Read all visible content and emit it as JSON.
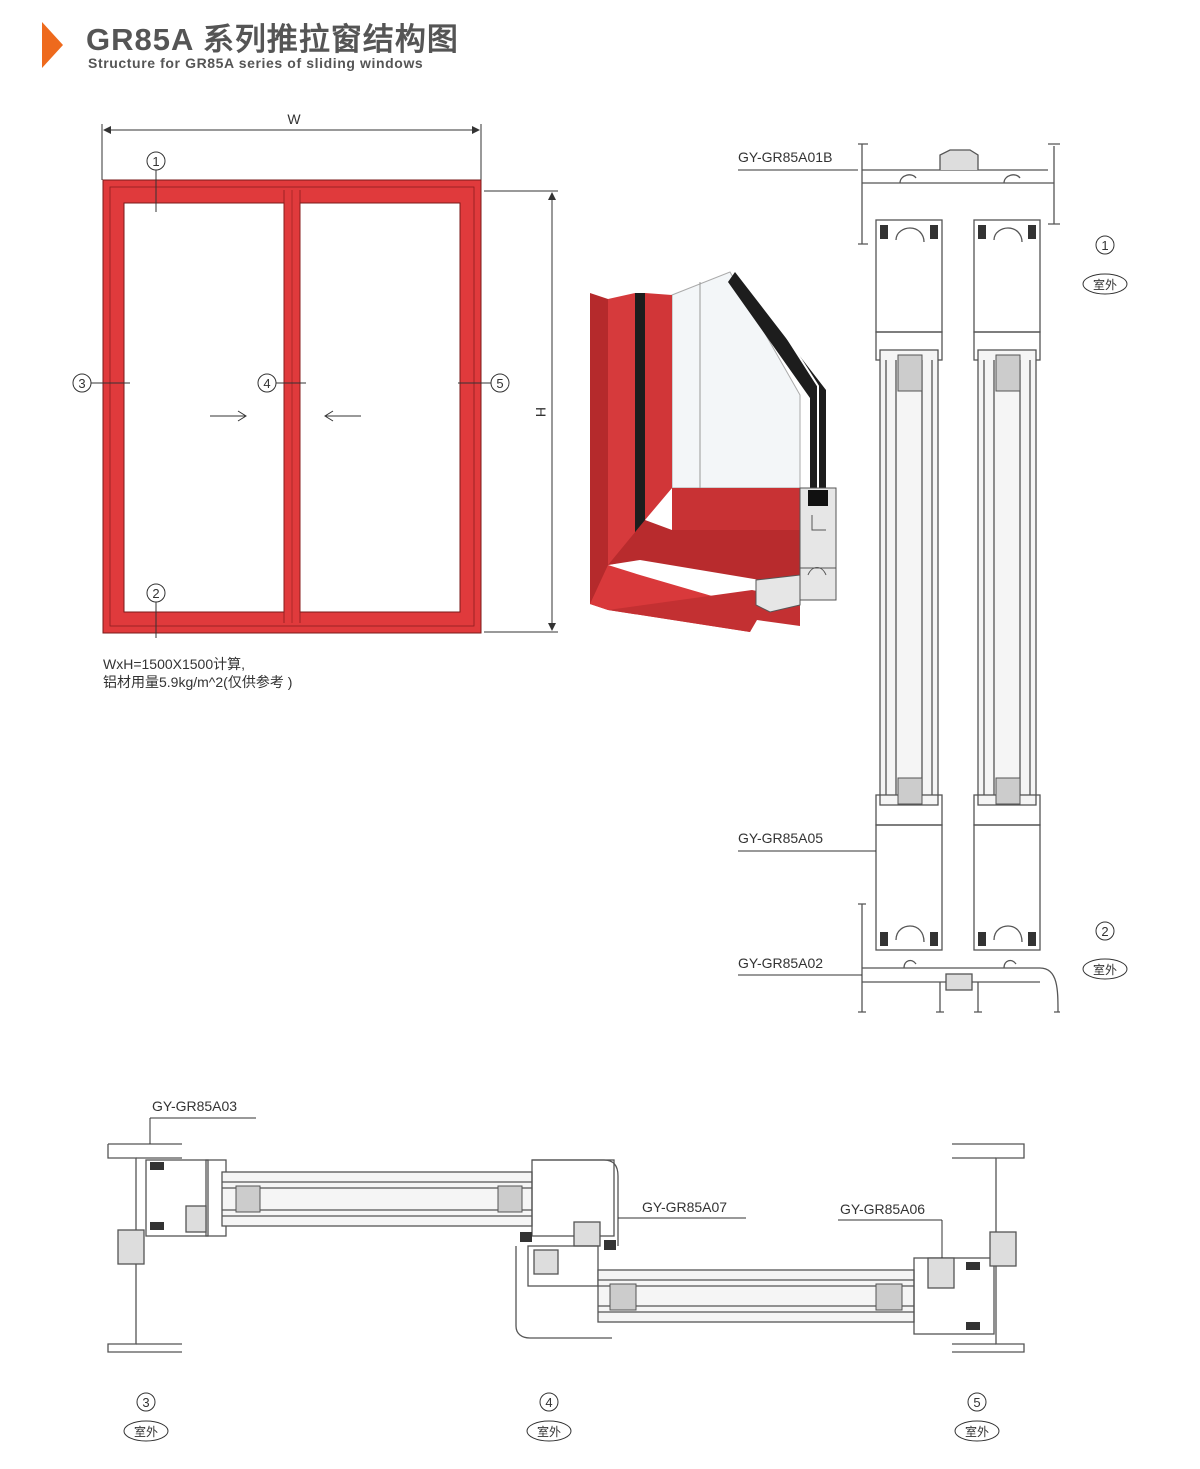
{
  "header": {
    "title": "GR85A 系列推拉窗结构图",
    "subtitle": "Structure for GR85A series of sliding windows"
  },
  "elevation": {
    "width_label": "W",
    "height_label": "H",
    "markers": [
      "1",
      "2",
      "3",
      "4",
      "5"
    ],
    "frame_color": "#e03a3c",
    "note_line1": "WxH=1500X1500计算,",
    "note_line2": "铝材用量5.9kg/m^2(仅供参考 )"
  },
  "vertical_section": {
    "labels": {
      "top_frame": "GY-GR85A01B",
      "sash_rail": "GY-GR85A05",
      "bottom_frame": "GY-GR85A02"
    },
    "marker_top": "1",
    "marker_bottom": "2",
    "exterior_label": "室外"
  },
  "horizontal_section": {
    "labels": {
      "side_frame": "GY-GR85A03",
      "interlock": "GY-GR85A07",
      "side_stile": "GY-GR85A06"
    },
    "markers": [
      "3",
      "4",
      "5"
    ],
    "exterior_label": "室外"
  },
  "colors": {
    "frame_red": "#e03a3c",
    "accent_orange": "#ee6a1d",
    "line_gray": "#555555"
  }
}
